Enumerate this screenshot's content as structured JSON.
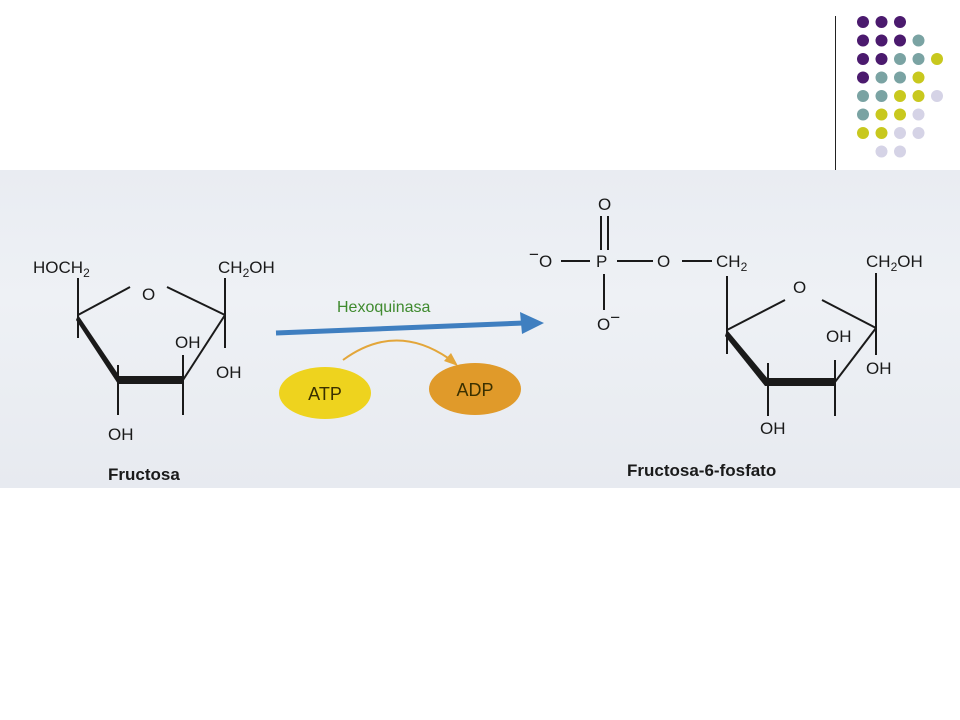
{
  "decoration": {
    "dot_colors": {
      "purple": "#4b1a6e",
      "teal": "#7aa3a3",
      "olive": "#c8c81e",
      "lavender": "#d5d3e6"
    },
    "dot_rows": [
      [
        "purple",
        "purple",
        "purple"
      ],
      [
        "purple",
        "purple",
        "purple",
        "teal"
      ],
      [
        "purple",
        "purple",
        "teal",
        "teal",
        "olive"
      ],
      [
        "purple",
        "teal",
        "teal",
        "olive"
      ],
      [
        "teal",
        "teal",
        "olive",
        "olive",
        "lavender"
      ],
      [
        "teal",
        "olive",
        "olive",
        "lavender"
      ],
      [
        "olive",
        "olive",
        "lavender",
        "lavender"
      ],
      [
        "lavender",
        "lavender"
      ]
    ]
  },
  "reaction": {
    "enzyme": "Hexoquinasa",
    "arrow_color": "#3f7fc0",
    "cofactor_in": "ATP",
    "cofactor_out": "ADP",
    "atp_color": "#eed31e",
    "adp_color": "#e09a2a"
  },
  "substrate": {
    "name": "Fructosa",
    "ring_oxygen": "O",
    "hoch2_main": "HOCH",
    "hoch2_sub": "2",
    "ch2oh_main": "CH",
    "ch2oh_sub": "2",
    "ch2oh_tail": "OH",
    "oh_labels": [
      "OH",
      "OH",
      "OH"
    ]
  },
  "product": {
    "name": "Fructosa-6-fosfato",
    "phosphate": {
      "top_o": "O",
      "left_o": "O",
      "left_charge": "−",
      "p": "P",
      "bridge_o": "O",
      "bottom_o": "O",
      "bottom_charge": "−"
    },
    "ch2_main": "CH",
    "ch2_sub": "2",
    "ring_oxygen": "O",
    "ch2oh_main": "CH",
    "ch2oh_sub": "2",
    "ch2oh_tail": "OH",
    "oh_labels": [
      "OH",
      "OH",
      "OH"
    ]
  }
}
